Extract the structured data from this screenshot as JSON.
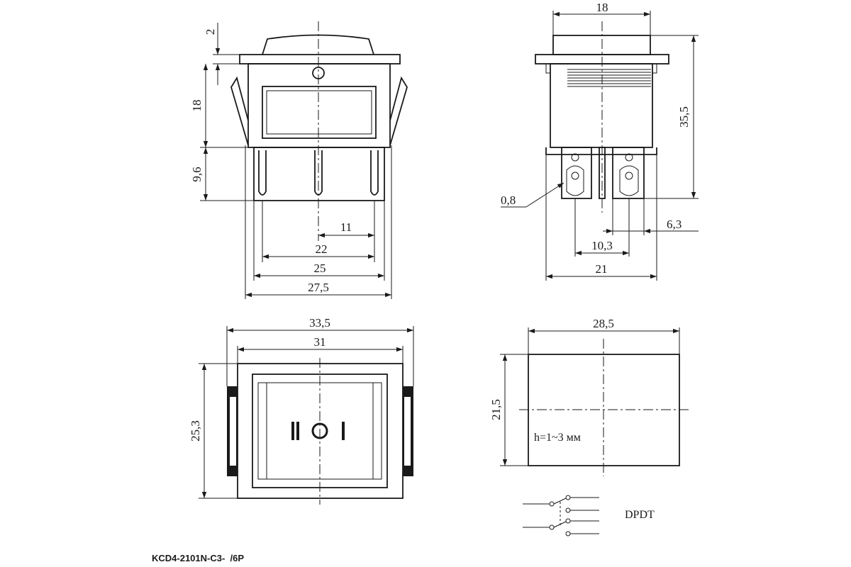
{
  "drawing": {
    "part_number": "KCD4-2101N-C3-  /6P",
    "front_view": {
      "dims": {
        "top_gap": "2",
        "height": "18",
        "terminal_height": "9,6",
        "pitch": "11",
        "w22": "22",
        "w25": "25",
        "width": "27,5"
      }
    },
    "side_view": {
      "dims": {
        "top_width": "18",
        "total_height": "35,5",
        "terminal_thickness": "0,8",
        "tab_width": "6,3",
        "pitch": "10,3",
        "width": "21"
      }
    },
    "top_view": {
      "dims": {
        "outer_width": "33,5",
        "inner_width": "31",
        "height": "25,3"
      }
    },
    "cutout_view": {
      "dims": {
        "width": "28,5",
        "height": "21,5"
      },
      "note": "h=1~3 мм"
    },
    "schematic": {
      "label": "DPDT"
    }
  }
}
